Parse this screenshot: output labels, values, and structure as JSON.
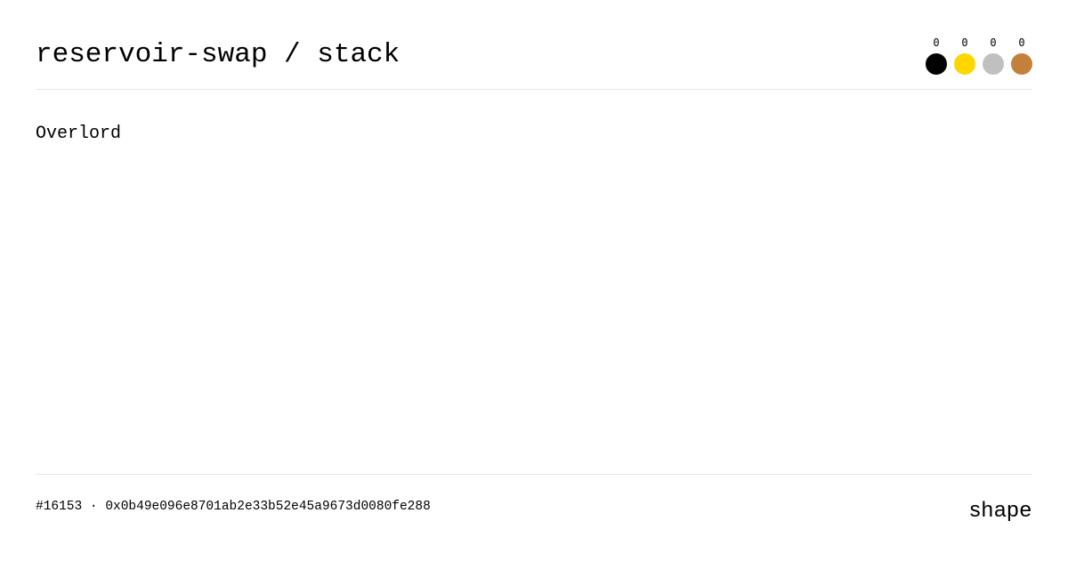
{
  "header": {
    "title": "reservoir-swap / stack",
    "medals": [
      {
        "count": "0",
        "color": "#000000",
        "name": "black"
      },
      {
        "count": "0",
        "color": "#FFD700",
        "name": "gold"
      },
      {
        "count": "0",
        "color": "#C0C0C0",
        "name": "silver"
      },
      {
        "count": "0",
        "color": "#C47F3B",
        "name": "bronze"
      }
    ]
  },
  "main": {
    "subtitle": "Overlord"
  },
  "footer": {
    "id_line": "#16153 · 0x0b49e096e8701ab2e33b52e45a9673d0080fe288",
    "brand": "shape"
  }
}
